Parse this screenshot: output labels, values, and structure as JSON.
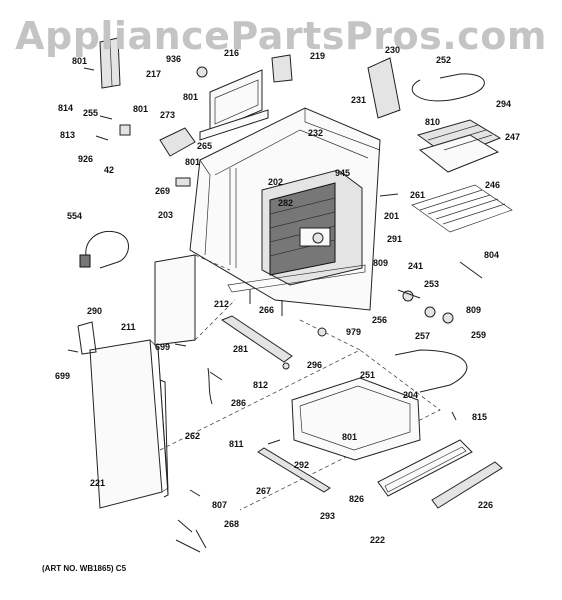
{
  "watermark": "AppliancePartsPros.com",
  "art_number": "(ART NO. WB1865) C5",
  "callouts": [
    {
      "id": "c-801-a",
      "label": "801"
    },
    {
      "id": "c-217",
      "label": "217"
    },
    {
      "id": "c-216",
      "label": "216"
    },
    {
      "id": "c-936",
      "label": "936"
    },
    {
      "id": "c-219",
      "label": "219"
    },
    {
      "id": "c-801-b",
      "label": "801"
    },
    {
      "id": "c-814",
      "label": "814"
    },
    {
      "id": "c-255",
      "label": "255"
    },
    {
      "id": "c-801-c",
      "label": "801"
    },
    {
      "id": "c-273",
      "label": "273"
    },
    {
      "id": "c-813",
      "label": "813"
    },
    {
      "id": "c-926",
      "label": "926"
    },
    {
      "id": "c-42",
      "label": "42"
    },
    {
      "id": "c-265",
      "label": "265"
    },
    {
      "id": "c-801-d",
      "label": "801"
    },
    {
      "id": "c-269",
      "label": "269"
    },
    {
      "id": "c-232",
      "label": "232"
    },
    {
      "id": "c-231",
      "label": "231"
    },
    {
      "id": "c-230",
      "label": "230"
    },
    {
      "id": "c-252",
      "label": "252"
    },
    {
      "id": "c-294",
      "label": "294"
    },
    {
      "id": "c-810",
      "label": "810"
    },
    {
      "id": "c-247",
      "label": "247"
    },
    {
      "id": "c-246",
      "label": "246"
    },
    {
      "id": "c-261",
      "label": "261"
    },
    {
      "id": "c-202",
      "label": "202"
    },
    {
      "id": "c-945",
      "label": "945"
    },
    {
      "id": "c-282",
      "label": "282"
    },
    {
      "id": "c-201",
      "label": "201"
    },
    {
      "id": "c-203",
      "label": "203"
    },
    {
      "id": "c-291",
      "label": "291"
    },
    {
      "id": "c-809-a",
      "label": "809"
    },
    {
      "id": "c-241",
      "label": "241"
    },
    {
      "id": "c-804",
      "label": "804"
    },
    {
      "id": "c-554",
      "label": "554"
    },
    {
      "id": "c-253",
      "label": "253"
    },
    {
      "id": "c-212",
      "label": "212"
    },
    {
      "id": "c-266",
      "label": "266"
    },
    {
      "id": "c-809-b",
      "label": "809"
    },
    {
      "id": "c-256",
      "label": "256"
    },
    {
      "id": "c-290",
      "label": "290"
    },
    {
      "id": "c-211",
      "label": "211"
    },
    {
      "id": "c-979",
      "label": "979"
    },
    {
      "id": "c-257",
      "label": "257"
    },
    {
      "id": "c-259",
      "label": "259"
    },
    {
      "id": "c-699-a",
      "label": "699"
    },
    {
      "id": "c-281",
      "label": "281"
    },
    {
      "id": "c-699-b",
      "label": "699"
    },
    {
      "id": "c-296",
      "label": "296"
    },
    {
      "id": "c-812",
      "label": "812"
    },
    {
      "id": "c-251",
      "label": "251"
    },
    {
      "id": "c-204",
      "label": "204"
    },
    {
      "id": "c-286",
      "label": "286"
    },
    {
      "id": "c-815",
      "label": "815"
    },
    {
      "id": "c-262",
      "label": "262"
    },
    {
      "id": "c-801-e",
      "label": "801"
    },
    {
      "id": "c-811",
      "label": "811"
    },
    {
      "id": "c-292",
      "label": "292"
    },
    {
      "id": "c-221",
      "label": "221"
    },
    {
      "id": "c-267",
      "label": "267"
    },
    {
      "id": "c-826",
      "label": "826"
    },
    {
      "id": "c-807",
      "label": "807"
    },
    {
      "id": "c-293",
      "label": "293"
    },
    {
      "id": "c-226",
      "label": "226"
    },
    {
      "id": "c-268",
      "label": "268"
    },
    {
      "id": "c-222",
      "label": "222"
    }
  ]
}
